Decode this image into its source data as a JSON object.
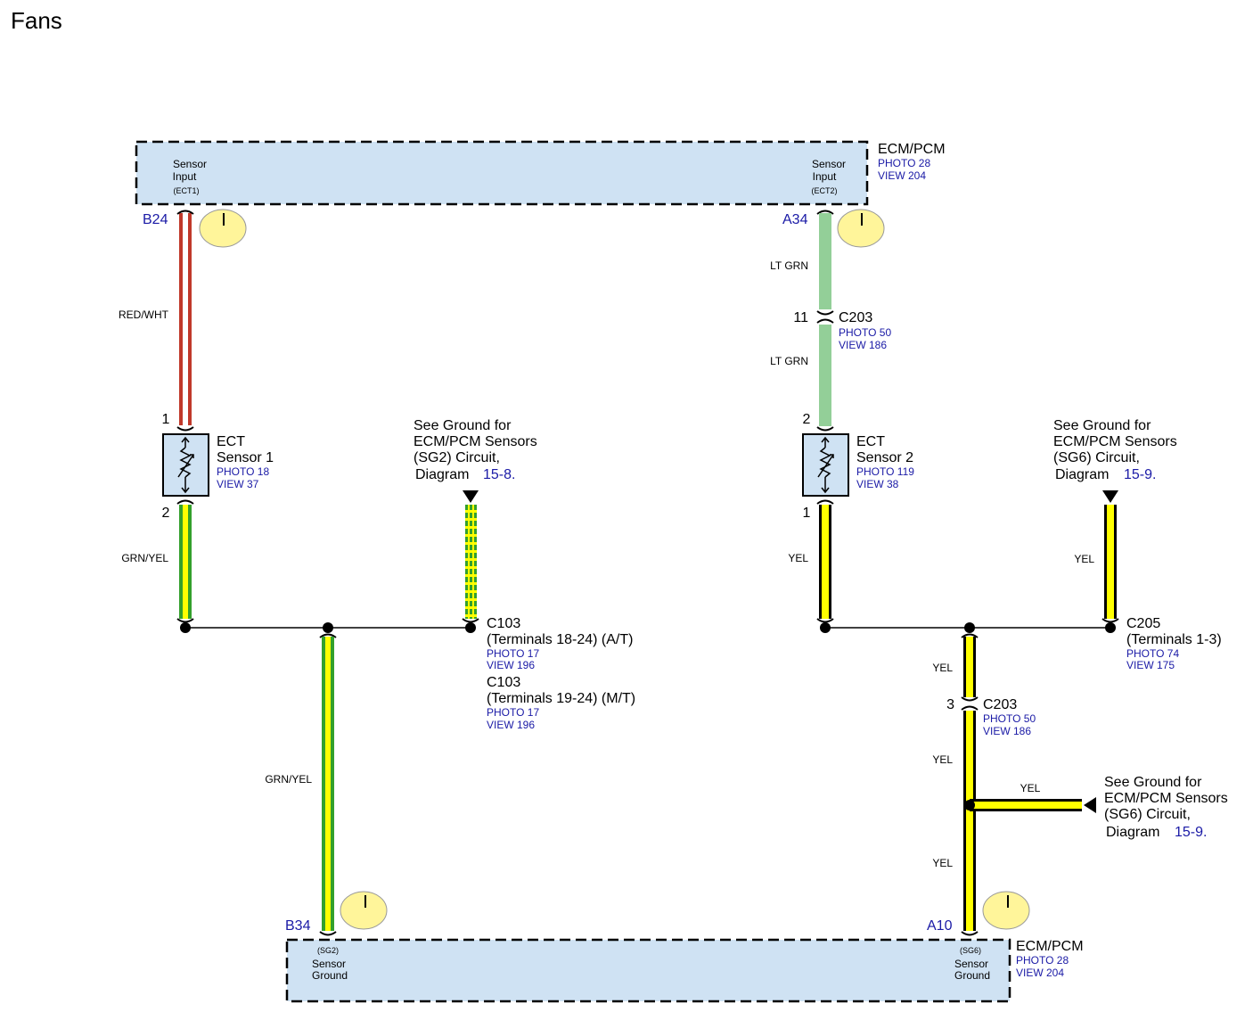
{
  "title": "Fans",
  "colors": {
    "box_fill": "#cfe2f3",
    "red": "#c0392b",
    "grn": "#33a02c",
    "yel": "#ffff00",
    "ltgrn": "#93cf98",
    "link_blue": "#1a1aa6",
    "ground_badge": "#fff59a"
  },
  "top_module": {
    "name": "ECM/PCM",
    "photo": "PHOTO 28",
    "view": "VIEW 204",
    "left_terminal": {
      "line1": "Sensor",
      "line2": "Input",
      "line3": "(ECT1)",
      "pin": "B24"
    },
    "right_terminal": {
      "line1": "Sensor",
      "line2": "Input",
      "line3": "(ECT2)",
      "pin": "A34"
    }
  },
  "bottom_module": {
    "name": "ECM/PCM",
    "photo": "PHOTO 28",
    "view": "VIEW 204",
    "left_terminal": {
      "line1": "(SG2)",
      "line2": "Sensor",
      "line3": "Ground",
      "pin": "B34"
    },
    "right_terminal": {
      "line1": "(SG6)",
      "line2": "Sensor",
      "line3": "Ground",
      "pin": "A10"
    }
  },
  "wires": {
    "red_wht": "RED/WHT",
    "grn_yel_1": "GRN/YEL",
    "grn_yel_2": "GRN/YEL",
    "lt_grn_1": "LT GRN",
    "lt_grn_2": "LT GRN",
    "yel_1": "YEL",
    "yel_2": "YEL",
    "yel_3": "YEL",
    "yel_4": "YEL",
    "yel_5": "YEL",
    "yel_6": "YEL"
  },
  "ect1": {
    "name1": "ECT",
    "name2": "Sensor 1",
    "photo": "PHOTO 18",
    "view": "VIEW 37",
    "pin_top": "1",
    "pin_bottom": "2"
  },
  "ect2": {
    "name1": "ECT",
    "name2": "Sensor 2",
    "photo": "PHOTO 119",
    "view": "VIEW 38",
    "pin_top": "2",
    "pin_bottom": "1"
  },
  "c203_top": {
    "pin": "11",
    "name": "C203",
    "photo": "PHOTO 50",
    "view": "VIEW 186"
  },
  "c203_bottom": {
    "pin": "3",
    "name": "C203",
    "photo": "PHOTO 50",
    "view": "VIEW 186"
  },
  "c103_at": {
    "name": "C103",
    "terminals": "(Terminals 18-24) (A/T)",
    "photo": "PHOTO 17",
    "view": "VIEW 196"
  },
  "c103_mt": {
    "name": "C103",
    "terminals": "(Terminals 19-24) (M/T)",
    "photo": "PHOTO 17",
    "view": "VIEW 196"
  },
  "c205": {
    "name": "C205",
    "terminals": "(Terminals 1-3)",
    "photo": "PHOTO 74",
    "view": "VIEW 175"
  },
  "see_ground_sg2": {
    "line1": "See Ground for",
    "line2": "ECM/PCM Sensors",
    "line3": "(SG2) Circuit,",
    "line4": "Diagram",
    "link": "15-8."
  },
  "see_ground_sg6_top": {
    "line1": "See Ground for",
    "line2": "ECM/PCM Sensors",
    "line3": "(SG6) Circuit,",
    "line4": "Diagram",
    "link": "15-9."
  },
  "see_ground_sg6_right": {
    "line1": "See Ground for",
    "line2": "ECM/PCM Sensors",
    "line3": "(SG6) Circuit,",
    "line4": "Diagram",
    "link": "15-9."
  }
}
